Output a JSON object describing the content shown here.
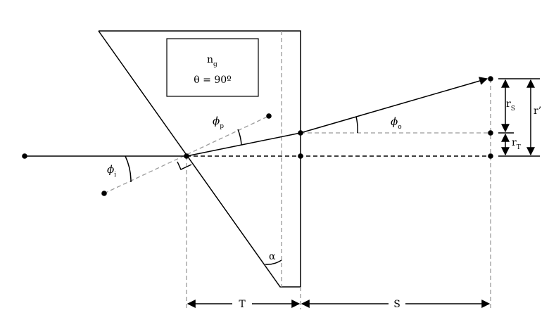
{
  "labels": {
    "n": "n",
    "n_sub": "g",
    "theta": "θ = 90º",
    "phi": "ϕ",
    "phi_p_sub": "p",
    "phi_i_sub": "i",
    "phi_o_sub": "o",
    "alpha": "α",
    "r": "r",
    "rs_sub": "S",
    "rt_sub": "T",
    "r_prime": "r’",
    "T": "T",
    "S": "S"
  }
}
